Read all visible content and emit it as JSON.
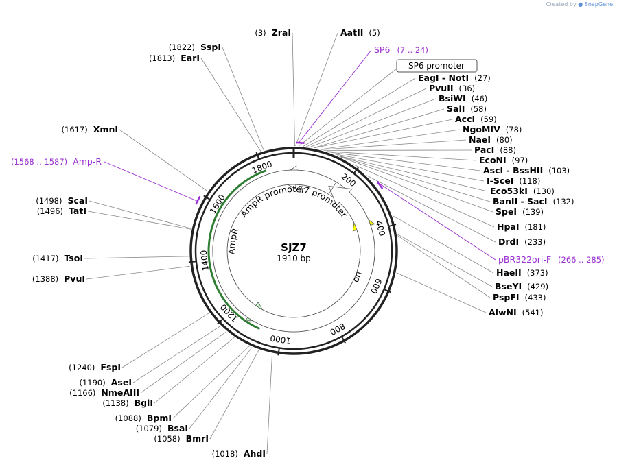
{
  "credit": {
    "prefix": "Created by",
    "brand": "SnapGene"
  },
  "map": {
    "name": "SJZ7",
    "size_label": "1910 bp",
    "length": 1910
  },
  "ticks": [
    {
      "label": "200",
      "pos": 200
    },
    {
      "label": "400",
      "pos": 400
    },
    {
      "label": "600",
      "pos": 600
    },
    {
      "label": "800",
      "pos": 800
    },
    {
      "label": "1000",
      "pos": 1000
    },
    {
      "label": "1200",
      "pos": 1200
    },
    {
      "label": "1400",
      "pos": 1400
    },
    {
      "label": "1600",
      "pos": 1600
    },
    {
      "label": "1800",
      "pos": 1800
    }
  ],
  "enzymes_right": [
    {
      "name": "AatII",
      "pos_label": "(5)",
      "pos": 5
    },
    {
      "name": "EagI - NotI",
      "pos_label": "(27)",
      "pos": 27
    },
    {
      "name": "PvuII",
      "pos_label": "(36)",
      "pos": 36
    },
    {
      "name": "BsiWI",
      "pos_label": "(46)",
      "pos": 46
    },
    {
      "name": "SalI",
      "pos_label": "(58)",
      "pos": 58
    },
    {
      "name": "AccI",
      "pos_label": "(59)",
      "pos": 59
    },
    {
      "name": "NgoMIV",
      "pos_label": "(78)",
      "pos": 78
    },
    {
      "name": "NaeI",
      "pos_label": "(80)",
      "pos": 80
    },
    {
      "name": "PacI",
      "pos_label": "(88)",
      "pos": 88
    },
    {
      "name": "EcoNI",
      "pos_label": "(97)",
      "pos": 97
    },
    {
      "name": "AscI - BssHII",
      "pos_label": "(103)",
      "pos": 103
    },
    {
      "name": "I-SceI",
      "pos_label": "(118)",
      "pos": 118
    },
    {
      "name": "Eco53kI",
      "pos_label": "(130)",
      "pos": 130
    },
    {
      "name": "BanII - SacI",
      "pos_label": "(132)",
      "pos": 132
    },
    {
      "name": "SpeI",
      "pos_label": "(139)",
      "pos": 139
    },
    {
      "name": "HpaI",
      "pos_label": "(181)",
      "pos": 181
    },
    {
      "name": "DrdI",
      "pos_label": "(233)",
      "pos": 233
    },
    {
      "name": "HaeII",
      "pos_label": "(373)",
      "pos": 373
    },
    {
      "name": "BseYI",
      "pos_label": "(429)",
      "pos": 429
    },
    {
      "name": "PspFI",
      "pos_label": "(433)",
      "pos": 433
    },
    {
      "name": "AlwNI",
      "pos_label": "(541)",
      "pos": 541
    }
  ],
  "enzymes_left": [
    {
      "name": "ZraI",
      "pos_label": "(3)",
      "pos": 3
    },
    {
      "name": "SspI",
      "pos_label": "(1822)",
      "pos": 1822
    },
    {
      "name": "EarI",
      "pos_label": "(1813)",
      "pos": 1813
    },
    {
      "name": "XmnI",
      "pos_label": "(1617)",
      "pos": 1617
    },
    {
      "name": "ScaI",
      "pos_label": "(1498)",
      "pos": 1498
    },
    {
      "name": "TatI",
      "pos_label": "(1496)",
      "pos": 1496
    },
    {
      "name": "TsoI",
      "pos_label": "(1417)",
      "pos": 1417
    },
    {
      "name": "PvuI",
      "pos_label": "(1388)",
      "pos": 1388
    },
    {
      "name": "FspI",
      "pos_label": "(1240)",
      "pos": 1240
    },
    {
      "name": "AseI",
      "pos_label": "(1190)",
      "pos": 1190
    },
    {
      "name": "NmeAIII",
      "pos_label": "(1166)",
      "pos": 1166
    },
    {
      "name": "BglI",
      "pos_label": "(1138)",
      "pos": 1138
    },
    {
      "name": "BpmI",
      "pos_label": "(1088)",
      "pos": 1088
    },
    {
      "name": "BsaI",
      "pos_label": "(1079)",
      "pos": 1079
    },
    {
      "name": "BmrI",
      "pos_label": "(1058)",
      "pos": 1058
    },
    {
      "name": "AhdI",
      "pos_label": "(1018)",
      "pos": 1018
    }
  ],
  "primers": [
    {
      "name": "SP6",
      "range_label": "(7 .. 24)",
      "start": 7,
      "end": 24
    },
    {
      "name": "pBR322ori-F",
      "range_label": "(266 .. 285)",
      "start": 266,
      "end": 285
    },
    {
      "name": "Amp-R",
      "range_label": "(1568 .. 1587)",
      "start": 1568,
      "end": 1587
    }
  ],
  "features": [
    {
      "name": "SP6 promoter",
      "start": 7,
      "end": 24,
      "color": "#ffffff",
      "direction": "forward"
    },
    {
      "name": "T7 promoter",
      "start": 152,
      "end": 170,
      "color": "#ffffff",
      "direction": "reverse"
    },
    {
      "name": "ori",
      "start": 300,
      "end": 889,
      "color": "#ffff00",
      "direction": "reverse"
    },
    {
      "name": "AmpR promoter",
      "start": 1840,
      "end": 1945,
      "color": "#ffffff",
      "direction": "reverse"
    },
    {
      "name": "AmpR",
      "start": 1060,
      "end": 1720,
      "color": "#ccffcc",
      "direction": "reverse"
    }
  ],
  "colors": {
    "primer": "#9b30d0",
    "backbone": "#222222",
    "ori": "#ffff00",
    "ampr": "#ccffcc",
    "ampr_stroke": "#2e7d32",
    "leader": "#888888"
  }
}
